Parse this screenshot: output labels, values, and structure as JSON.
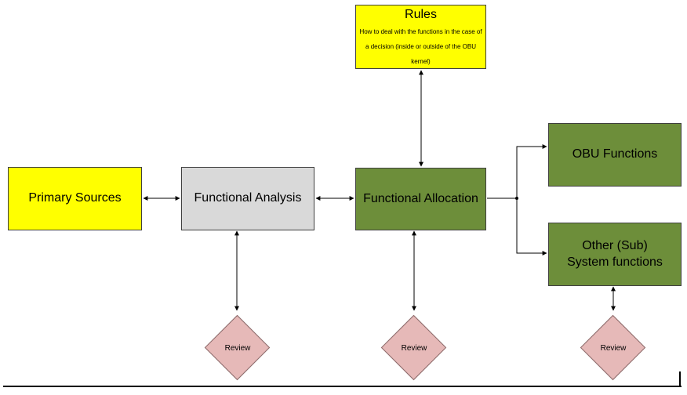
{
  "boxes": {
    "primary_sources": "Primary Sources",
    "functional_analysis": "Functional Analysis",
    "functional_allocation": "Functional Allocation",
    "obu_functions": "OBU Functions",
    "other_functions_line1": "Other (Sub)",
    "other_functions_line2": "System functions"
  },
  "rules": {
    "title": "Rules",
    "description": "How to deal with the functions in the case of a decision (inside or outside of the OBU kernel)"
  },
  "reviews": [
    "Review",
    "Review",
    "Review"
  ],
  "colors": {
    "yellow": "#ffff00",
    "grey": "#d9d9d9",
    "green": "#6d8e3a",
    "review": "#e6b9b8"
  }
}
